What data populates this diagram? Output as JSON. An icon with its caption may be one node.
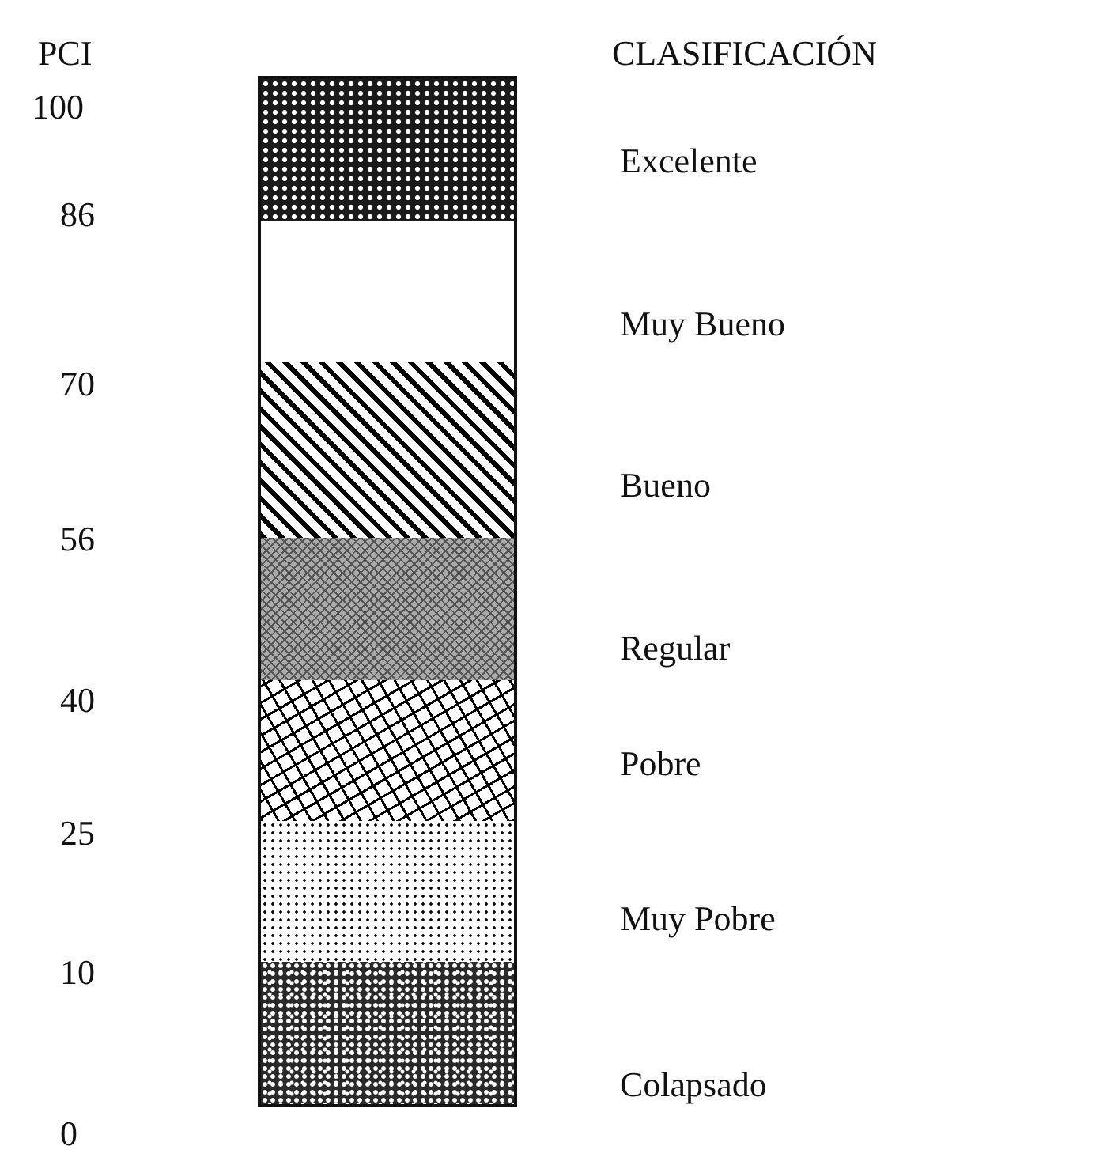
{
  "diagram": {
    "nodes": [
      {
        "text": [],
        "shape": "bar"
      },
      {
        "text": [],
        "shape": "bar"
      },
      {
        "text": [],
        "shape": "bar"
      },
      {
        "text": [],
        "shape": "bar"
      },
      {
        "text": [],
        "shape": "bar"
      },
      {
        "text": [],
        "shape": "bar"
      },
      {
        "text": [],
        "shape": "bar"
      }
    ],
    "labels": [
      "PCI",
      "CLASIFICACIÓN",
      "100",
      "Excelente",
      "86",
      "Muy Bueno",
      "70",
      "Bueno",
      "56",
      "Regular",
      "40",
      "Pobre",
      "25",
      "Muy Pobre",
      "10",
      "Colapsado",
      "0"
    ]
  }
}
